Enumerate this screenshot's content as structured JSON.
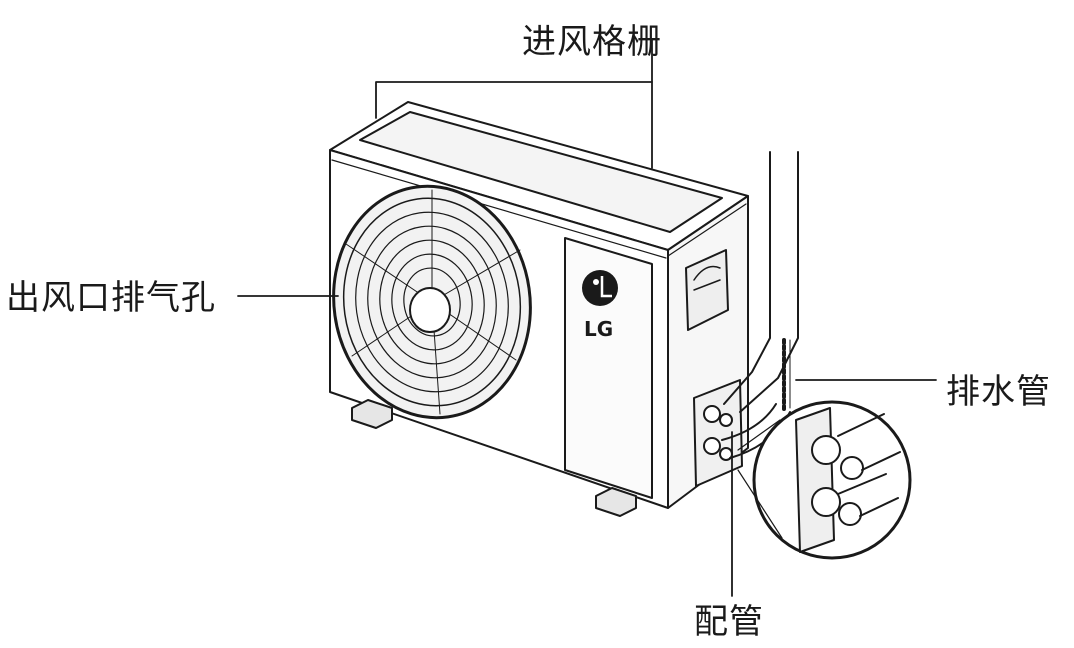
{
  "labels": {
    "intake_grille": "进风格栅",
    "outlet_vent": "出风口排气孔",
    "drain_pipe": "排水管",
    "piping": "配管"
  },
  "logo": {
    "brand_text": "LG"
  },
  "colors": {
    "line": "#1a1a1a",
    "fill": "#ffffff",
    "shade": "#e6e6e6"
  }
}
